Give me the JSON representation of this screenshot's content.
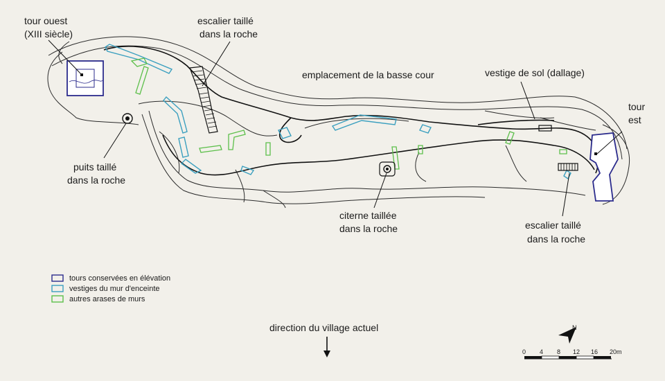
{
  "labels": {
    "tour_ouest": [
      "tour ouest",
      "(XIII  siècle)"
    ],
    "escalier_ouest": [
      "escalier taillé",
      "dans la roche"
    ],
    "basse_cour": "emplacement de la basse cour",
    "vestige_sol": "vestige de sol (dallage)",
    "tour_est": [
      "tour",
      "est"
    ],
    "puits": [
      "puits taillé",
      "dans la roche"
    ],
    "citerne": [
      "citerne taillée",
      "dans la roche"
    ],
    "escalier_est": [
      "escalier taillé",
      "dans la roche"
    ],
    "direction": "direction du village actuel"
  },
  "legend": [
    {
      "label": "tours conservées en élévation",
      "color": "#2b2b8c"
    },
    {
      "label": "vestiges du mur d'enceinte",
      "color": "#3a9fbf"
    },
    {
      "label": "autres arases de murs",
      "color": "#5cbf4a"
    }
  ],
  "scale": {
    "ticks": [
      "0",
      "4",
      "8",
      "12",
      "16",
      "20m"
    ]
  },
  "north": {
    "letter": "N",
    "icon": "north-arrow-icon"
  },
  "colors": {
    "background": "#f2f0ea",
    "ink": "#1a1a1a",
    "tour": "#2b2b8c",
    "enceinte": "#3a9fbf",
    "arases": "#5cbf4a"
  }
}
